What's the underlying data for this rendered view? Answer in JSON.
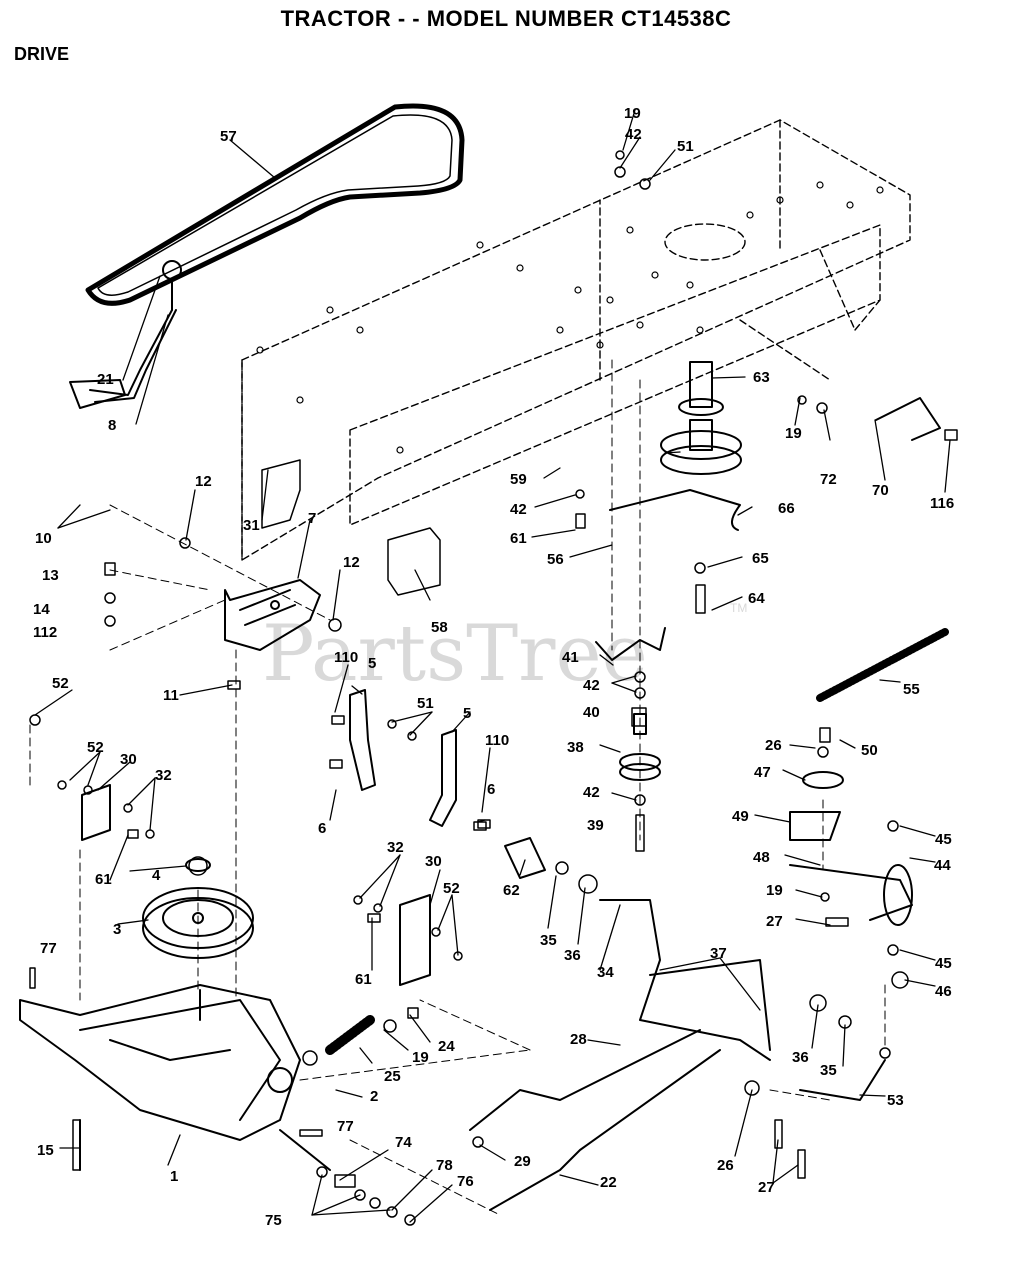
{
  "title": "TRACTOR - - MODEL NUMBER CT14538C",
  "section": "DRIVE",
  "watermark": "PartsTree",
  "watermark_tm": "TM",
  "callouts": [
    "1",
    "2",
    "3",
    "4",
    "5",
    "5",
    "6",
    "6",
    "7",
    "8",
    "10",
    "11",
    "12",
    "12",
    "13",
    "14",
    "15",
    "19",
    "19",
    "19",
    "19",
    "21",
    "22",
    "24",
    "25",
    "26",
    "26",
    "27",
    "27",
    "28",
    "29",
    "30",
    "30",
    "31",
    "32",
    "32",
    "34",
    "35",
    "35",
    "36",
    "36",
    "37",
    "38",
    "39",
    "40",
    "41",
    "42",
    "42",
    "42",
    "42",
    "44",
    "45",
    "45",
    "46",
    "47",
    "48",
    "49",
    "50",
    "51",
    "51",
    "52",
    "52",
    "52",
    "53",
    "55",
    "56",
    "57",
    "58",
    "59",
    "61",
    "61",
    "61",
    "62",
    "63",
    "64",
    "65",
    "66",
    "70",
    "72",
    "74",
    "75",
    "76",
    "77",
    "77",
    "78",
    "110",
    "110",
    "112",
    "116"
  ]
}
